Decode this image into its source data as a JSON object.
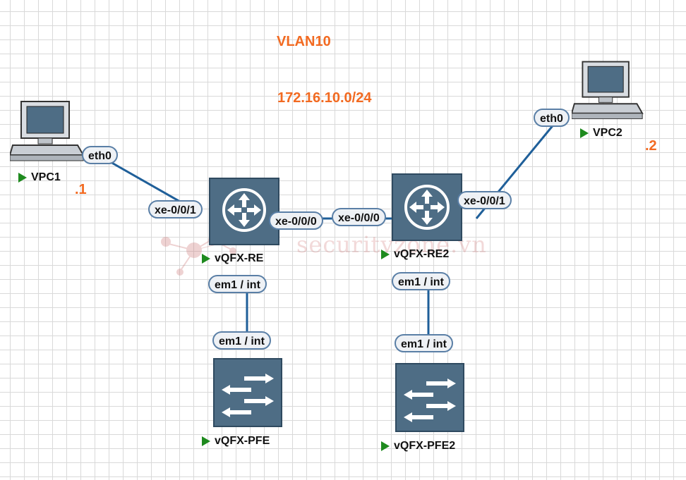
{
  "vlan": {
    "name": "VLAN10",
    "subnet": "172.16.10.0/24"
  },
  "watermark": "securityzone.vn",
  "nodes": {
    "vpc1": {
      "label": "VPC1",
      "ip": ".1"
    },
    "vpc2": {
      "label": "VPC2",
      "ip": ".2"
    },
    "re1": {
      "label": "vQFX-RE"
    },
    "re2": {
      "label": "vQFX-RE2"
    },
    "pfe1": {
      "label": "vQFX-PFE"
    },
    "pfe2": {
      "label": "vQFX-PFE2"
    }
  },
  "interfaces": {
    "vpc1_eth0": "eth0",
    "vpc2_eth0": "eth0",
    "re1_xe001": "xe-0/0/1",
    "re1_xe000": "xe-0/0/0",
    "re2_xe000": "xe-0/0/0",
    "re2_xe001": "xe-0/0/1",
    "re1_em1": "em1 / int",
    "pfe1_em1": "em1 / int",
    "re2_em1": "em1 / int",
    "pfe2_em1": "em1 / int"
  },
  "colors": {
    "link": "#1f5f99",
    "device": "#4e6d85",
    "accent": "#f26a21",
    "status": "#1e8a1e"
  }
}
